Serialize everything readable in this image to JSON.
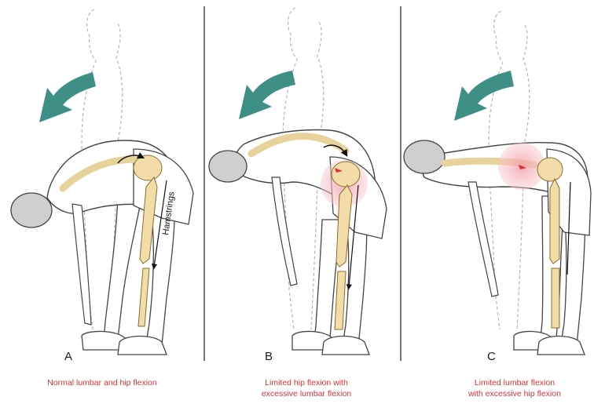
{
  "panels": [
    {
      "letter": "A",
      "caption_lines": [
        "Normal lumbar and hip flexion"
      ]
    },
    {
      "letter": "B",
      "caption_lines": [
        "Limited hip flexion with",
        "excessive lumbar flexion"
      ]
    },
    {
      "letter": "C",
      "caption_lines": [
        "Limited lumbar flexion",
        "with excessive hip flexion"
      ]
    }
  ],
  "muscle_label": "Hamstrings",
  "colors": {
    "arrow": "#3e8f86",
    "caption": "#e0303a",
    "bone": "#f2dca8",
    "highlight": "#f5b5bd",
    "outline": "#444444",
    "ghost": "#b5b5b5"
  }
}
